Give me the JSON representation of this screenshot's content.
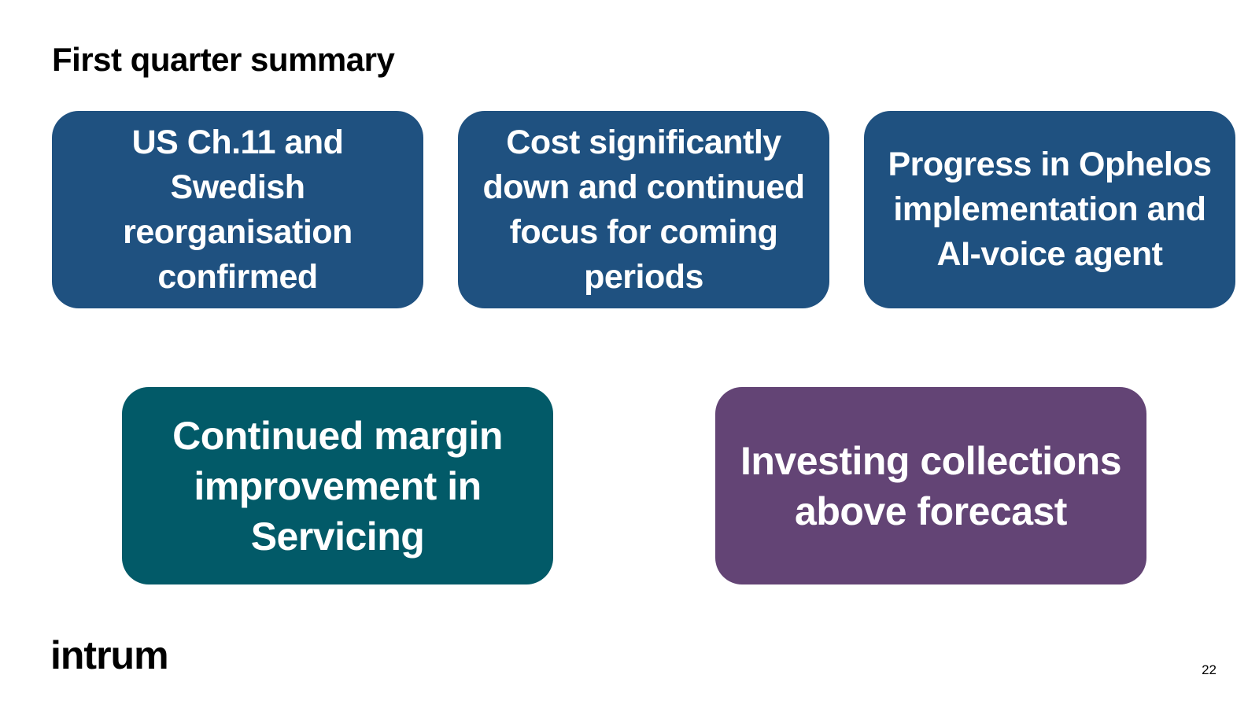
{
  "slide": {
    "title": "First quarter summary",
    "page_number": "22"
  },
  "boxes": [
    {
      "text": "US Ch.11 and Swedish reorganisation confirmed",
      "color": "#1f5180"
    },
    {
      "text": "Cost significantly down and continued focus for coming periods",
      "color": "#1f5180"
    },
    {
      "text": "Progress in Ophelos implementation and AI-voice agent",
      "color": "#1f5180"
    },
    {
      "text": "Continued margin improvement in Servicing",
      "color": "#025a68"
    },
    {
      "text": "Investing collections above forecast",
      "color": "#634475"
    }
  ],
  "logo": {
    "text": "intrum"
  }
}
